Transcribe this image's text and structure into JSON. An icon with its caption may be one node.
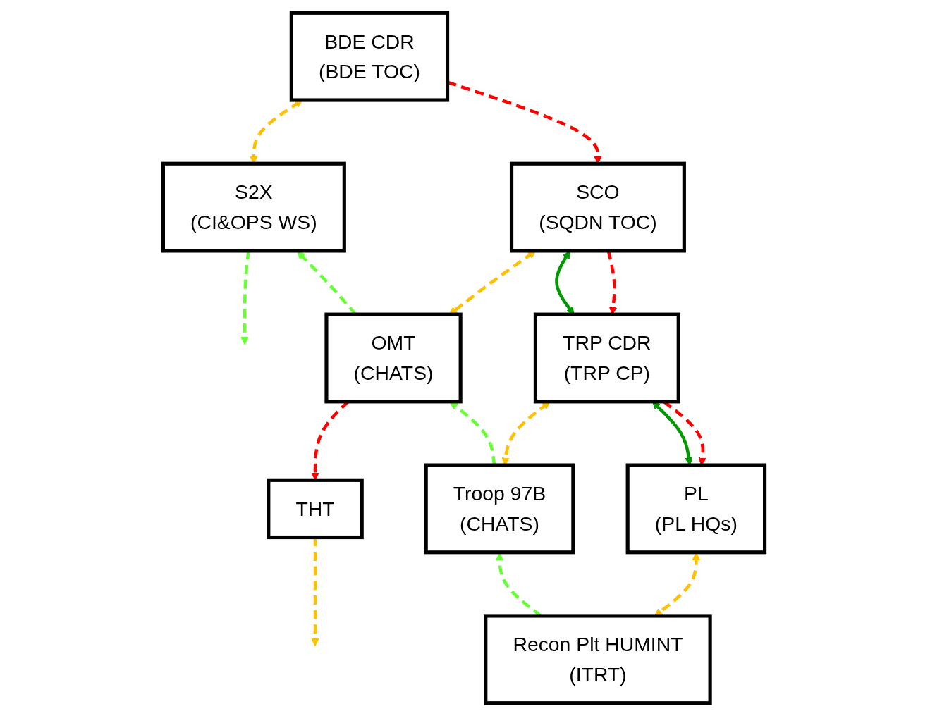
{
  "diagram": {
    "nodes": [
      {
        "text": [
          "BDE CDR",
          "(BDE TOC)"
        ]
      },
      {
        "text": [
          "S2X",
          "(CI&OPS WS)"
        ]
      },
      {
        "text": [
          "SCO",
          "(SQDN TOC)"
        ]
      },
      {
        "text": [
          "OMT",
          "(CHATS)"
        ]
      },
      {
        "text": [
          "THT"
        ]
      },
      {
        "text": [
          "TRP CDR",
          "(TRP CP)"
        ]
      },
      {
        "text": [
          "Troop 97B",
          "(CHATS)"
        ]
      },
      {
        "text": [
          "PL",
          "(PL HQs)"
        ]
      },
      {
        "text": [
          "Recon Plt HUMINT",
          "(ITRT)"
        ]
      }
    ],
    "edges": [
      {
        "from": 0,
        "to": 1,
        "arrow": "both",
        "style": "dashed",
        "color": "#ffc000"
      },
      {
        "from": 1,
        "to": null,
        "arrow": "to",
        "style": "dashed",
        "color": "#66ff33"
      },
      {
        "from": 3,
        "to": 1,
        "arrow": "to",
        "style": "dashed",
        "color": "#66ff33"
      },
      {
        "from": 0,
        "to": 2,
        "arrow": "to",
        "style": "dashed",
        "color": "#ff0000"
      },
      {
        "from": 2,
        "to": 3,
        "arrow": "both",
        "style": "dashed",
        "color": "#ffc000"
      },
      {
        "from": 3,
        "to": 4,
        "arrow": "to",
        "style": "dashed",
        "color": "#ff0000"
      },
      {
        "from": 2,
        "to": 5,
        "arrow": "both",
        "color": "#009900"
      },
      {
        "from": 2,
        "to": 5,
        "arrow": "to",
        "style": "dashed",
        "color": "#ff0000"
      },
      {
        "from": 6,
        "to": 3,
        "arrow": "to",
        "style": "dashed",
        "color": "#66ff33"
      },
      {
        "from": 4,
        "to": null,
        "arrow": "to",
        "style": "dashed",
        "color": "#ffc000"
      },
      {
        "from": 5,
        "to": 6,
        "arrow": "both",
        "style": "dashed",
        "color": "#ffc000"
      },
      {
        "from": 5,
        "to": 7,
        "arrow": "both",
        "color": "#009900"
      },
      {
        "from": 5,
        "to": 7,
        "arrow": "to",
        "style": "dashed",
        "color": "#ff0000"
      },
      {
        "from": 8,
        "to": 6,
        "arrow": "to",
        "style": "dashed",
        "color": "#66ff33"
      },
      {
        "from": 7,
        "to": 8,
        "arrow": "both",
        "style": "dashed",
        "color": "#ffc000"
      }
    ]
  }
}
